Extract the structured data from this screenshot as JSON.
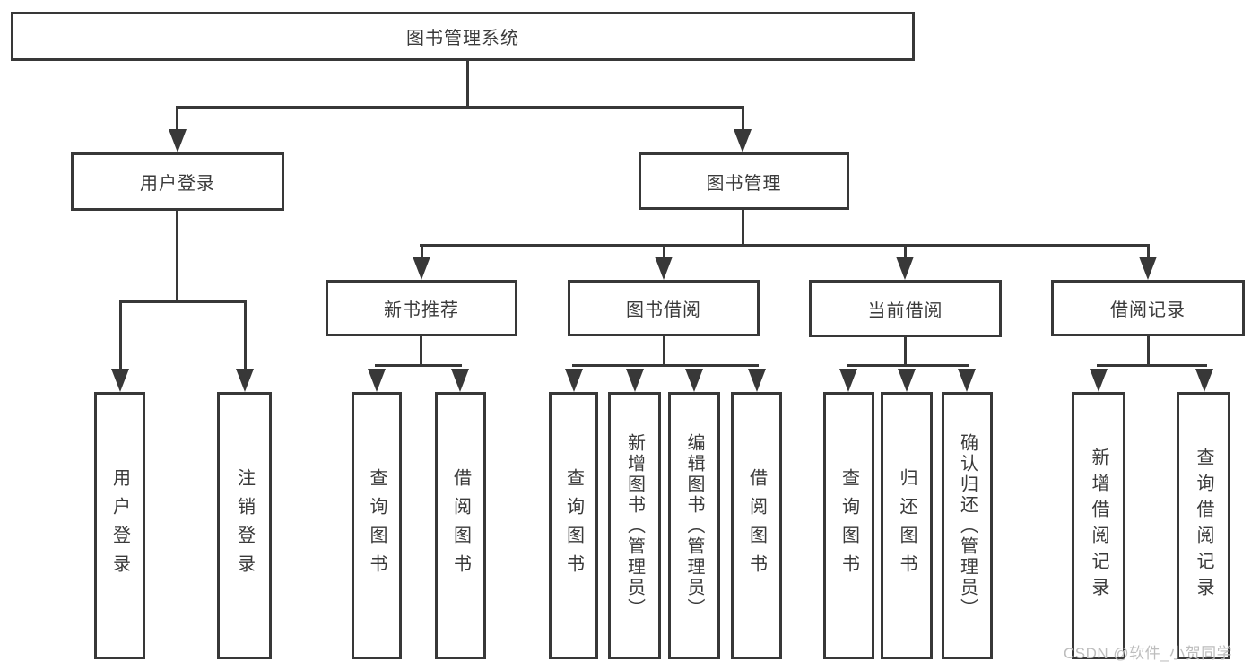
{
  "diagram": {
    "title": "图书管理系统",
    "watermark": "CSDN @软件_小贺同学",
    "colors": {
      "line": "#383838",
      "text": "#3a3a3a",
      "watermark": "#bdbdbd",
      "background": "#ffffff"
    },
    "tree": {
      "root": {
        "label": "图书管理系统",
        "children": [
          {
            "label": "用户登录",
            "children": [
              {
                "label": "用户登录"
              },
              {
                "label": "注销登录"
              }
            ]
          },
          {
            "label": "图书管理",
            "children": [
              {
                "label": "新书推荐",
                "children": [
                  {
                    "label": "查询图书"
                  },
                  {
                    "label": "借阅图书"
                  }
                ]
              },
              {
                "label": "图书借阅",
                "children": [
                  {
                    "label": "查询图书"
                  },
                  {
                    "label": "新增图书（管理员）"
                  },
                  {
                    "label": "编辑图书（管理员）"
                  },
                  {
                    "label": "借阅图书"
                  }
                ]
              },
              {
                "label": "当前借阅",
                "children": [
                  {
                    "label": "查询图书"
                  },
                  {
                    "label": "归还图书"
                  },
                  {
                    "label": "确认归还（管理员）"
                  }
                ]
              },
              {
                "label": "借阅记录",
                "children": [
                  {
                    "label": "新增借阅记录"
                  },
                  {
                    "label": "查询借阅记录"
                  }
                ]
              }
            ]
          }
        ]
      }
    }
  }
}
